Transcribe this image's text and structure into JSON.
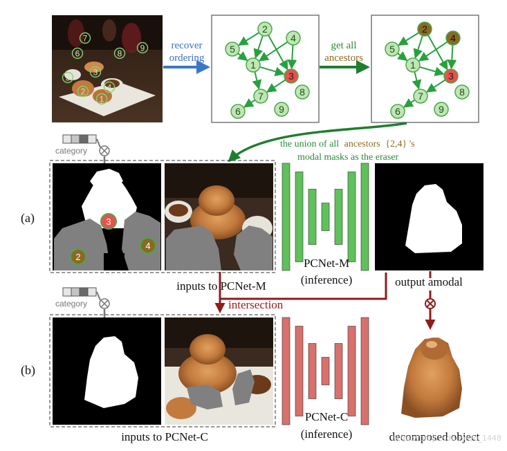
{
  "arrows": {
    "recover_line1": "recover",
    "recover_line2": "ordering",
    "ancestors_line1": "get all",
    "ancestors_line2": "ancestors",
    "union_line1a": "the union of all",
    "union_line1b": "ancestors",
    "union_line1c": "{2,4}",
    "union_line1d": "'s",
    "union_line2": "modal masks as the eraser",
    "intersection": "intersection"
  },
  "graph": {
    "nodes": [
      "1",
      "2",
      "3",
      "4",
      "5",
      "6",
      "7",
      "8",
      "9"
    ]
  },
  "photo_numbers": [
    "1",
    "2",
    "3",
    "4",
    "5",
    "6",
    "7",
    "8",
    "9"
  ],
  "row_a": {
    "label": "(a)",
    "category": "category",
    "badge_3": "3",
    "badge_2": "2",
    "badge_4": "4",
    "inputs_caption": "inputs to PCNet-M",
    "net_name": "PCNet-M",
    "net_mode": "(inference)",
    "output_caption": "output amodal"
  },
  "row_b": {
    "label": "(b)",
    "category": "category",
    "inputs_caption": "inputs to PCNet-C",
    "net_name": "PCNet-C",
    "net_mode": "(inference)",
    "output_caption": "decomposed object"
  },
  "watermark": "https://blog.csdn.net/q_1448",
  "colors": {
    "node_fill": "#bfe6b3",
    "node_stroke": "#4aa84a",
    "node_red": "#e8524d",
    "node_brown": "#8a6a23",
    "edge_green": "#27a13d",
    "arrow_blue": "#3a78c8",
    "arrow_darkgreen": "#1f7f2f",
    "arrow_red": "#8e1c1c",
    "net_green": "#5fc15a",
    "net_red": "#d8706b",
    "mask_gray": "#808080"
  }
}
